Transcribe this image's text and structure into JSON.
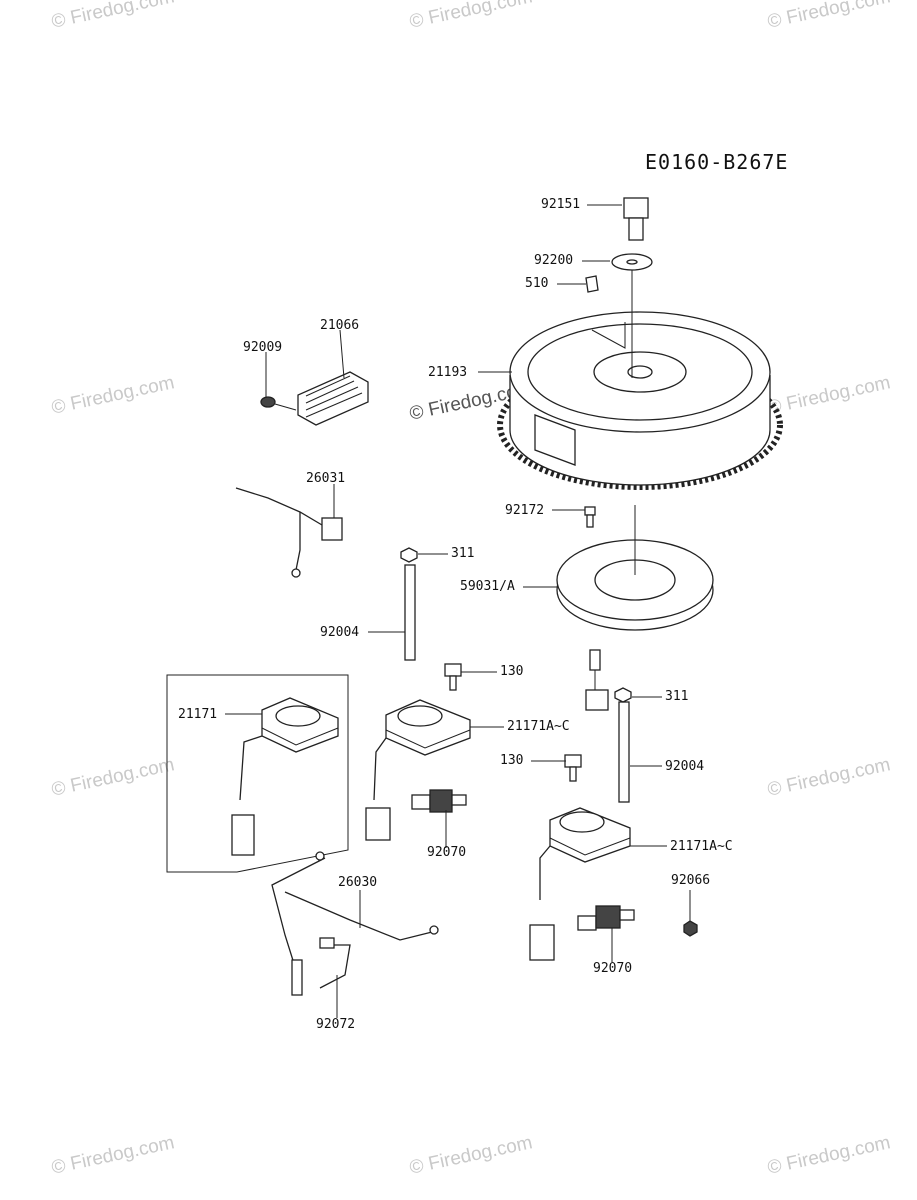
{
  "diagram_code": "E0160-B267E",
  "watermark_text": "© Firedog.com",
  "part_labels": {
    "p92151": "92151",
    "p92200": "92200",
    "p510": "510",
    "p21066": "21066",
    "p92009": "92009",
    "p21193": "21193",
    "p26031": "26031",
    "p92172": "92172",
    "p311a": "311",
    "p59031": "59031/A",
    "p92004a": "92004",
    "p130a": "130",
    "p311b": "311",
    "p21171": "21171",
    "p21171ac_a": "21171A~C",
    "p130b": "130",
    "p92004b": "92004",
    "p92070a": "92070",
    "p21171ac_b": "21171A~C",
    "p92066": "92066",
    "p26030": "26030",
    "p92070b": "92070",
    "p92072": "92072"
  }
}
